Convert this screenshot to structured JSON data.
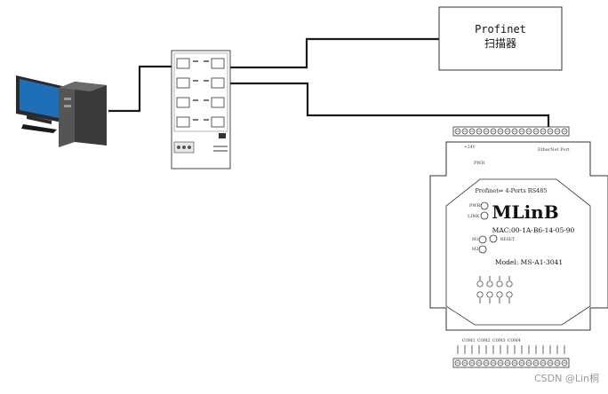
{
  "scanner": {
    "line1": "Profinet",
    "line2": "扫描器"
  },
  "device": {
    "top_terminals_label": "EtherNet Port",
    "pwr_label": "PWR",
    "title": "Profinet⇌ 4-Ports RS485",
    "brand": "MLinB",
    "mac": "MAC:00-1A-B6-14-05-90",
    "model": "Model: MS-A1-3041",
    "led_pwr": "PWR",
    "led_link": "LINK",
    "led_m1": "M1",
    "led_m2": "M2",
    "reset": "RESET",
    "com_labels": [
      "COM1",
      "COM2",
      "COM3",
      "COM4"
    ]
  },
  "watermark": "CSDN @Lin桐",
  "colors": {
    "line": "#1a1a1a",
    "monitor_screen": "#1e6fb8"
  }
}
